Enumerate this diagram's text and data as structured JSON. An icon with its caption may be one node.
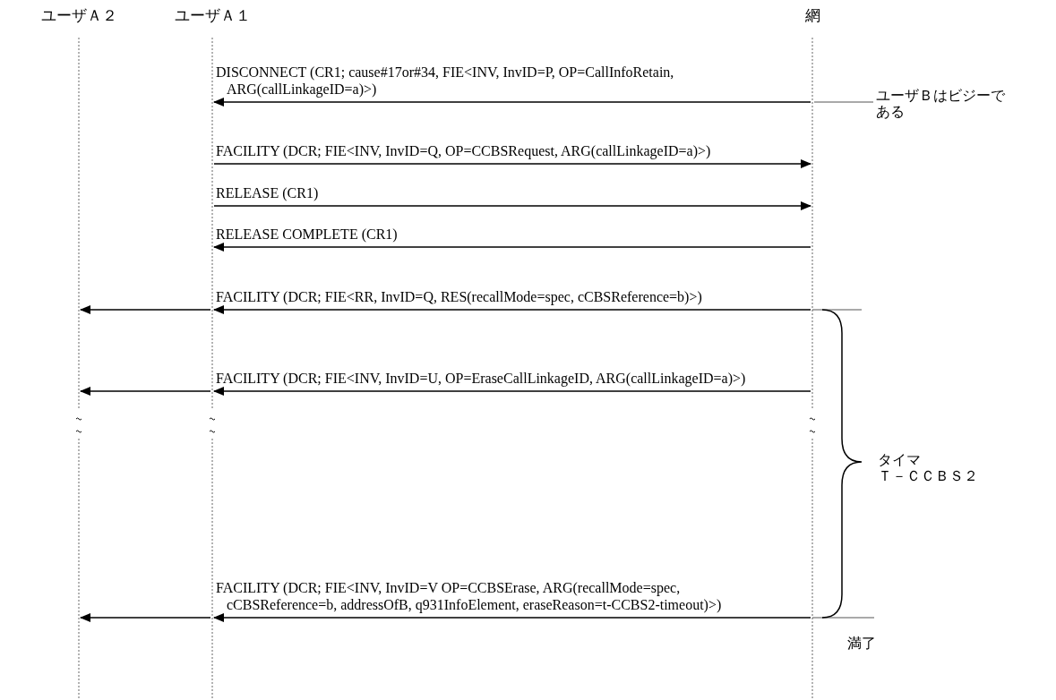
{
  "diagram": {
    "nodes": [
      {
        "text": [
          "ユーザＡ２"
        ]
      },
      {
        "text": [
          "ユーザＡ１"
        ]
      },
      {
        "text": [
          "網"
        ]
      },
      {
        "text": [
          "ユーザＢはビジーである"
        ]
      }
    ],
    "edges": [
      {
        "from": 2,
        "to": 1,
        "arrow": "to",
        "label": "DISCONNECT (CR1; cause#17or#34, FIE<INV, InvID=P, OP=CallInfoRetain, ARG(callLinkageID=a)>)"
      },
      {
        "from": 1,
        "to": 2,
        "arrow": "to",
        "label": "FACILITY (DCR; FIE<INV, InvID=Q, OP=CCBSRequest, ARG(callLinkageID=a)>)"
      },
      {
        "from": 1,
        "to": 2,
        "arrow": "to",
        "label": "RELEASE (CR1)"
      },
      {
        "from": 2,
        "to": 1,
        "arrow": "to",
        "label": "RELEASE COMPLETE (CR1)"
      },
      {
        "from": 2,
        "to": 1,
        "arrow": "to",
        "label": "FACILITY (DCR; FIE<RR, InvID=Q, RES(recallMode=spec, cCBSReference=b)>)"
      },
      {
        "from": 1,
        "to": 0,
        "arrow": "to"
      },
      {
        "from": 2,
        "to": 1,
        "arrow": "to",
        "label": "FACILITY (DCR; FIE<INV, InvID=U, OP=EraseCallLinkageID, ARG(callLinkageID=a)>)"
      },
      {
        "from": 1,
        "to": 0,
        "arrow": "to"
      },
      {
        "from": 2,
        "to": 1,
        "arrow": "to",
        "label": "FACILITY (DCR; FIE<INV, InvID=V OP=CCBSErase, ARG(recallMode=spec, cCBSReference=b, addressOfB, q931InfoElement, eraseReason=t-CCBS2-timeout)>)"
      },
      {
        "from": 1,
        "to": 0,
        "arrow": "to"
      },
      {
        "from": 3,
        "to": 2,
        "arrow": "none"
      }
    ],
    "labels": [
      "タイマ",
      "Ｔ－ＣＣＢＳ２",
      "満了"
    ]
  }
}
